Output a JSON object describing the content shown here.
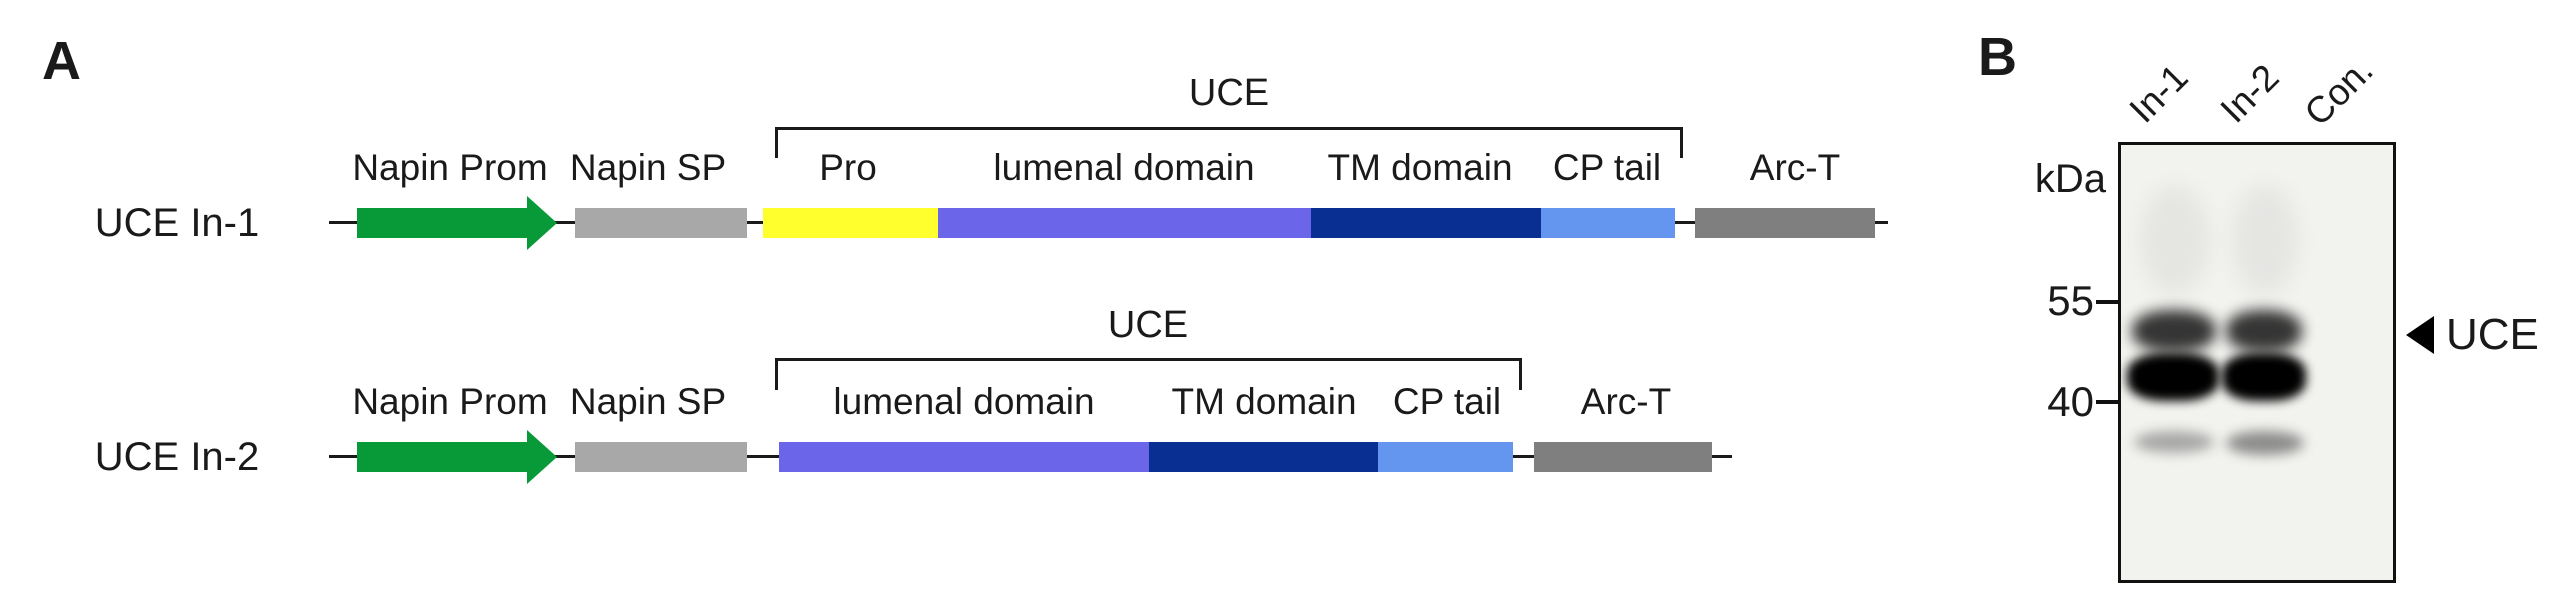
{
  "figure": {
    "panel_a": {
      "panel_label": "A",
      "constructs": [
        {
          "name": "UCE In-1",
          "bracket_label": "UCE",
          "segments": [
            {
              "label": "Napin Prom",
              "type": "promoter-arrow",
              "color": "#089a38"
            },
            {
              "label": "Napin SP",
              "type": "box",
              "color": "#a8a8a8"
            },
            {
              "label": "Pro",
              "type": "box",
              "color": "#ffff2e"
            },
            {
              "label": "lumenal domain",
              "type": "box",
              "color": "#6b65ea"
            },
            {
              "label": "TM domain",
              "type": "box",
              "color": "#0a2f93"
            },
            {
              "label": "CP tail",
              "type": "box",
              "color": "#6496f0"
            },
            {
              "label": "Arc-T",
              "type": "box",
              "color": "#7f7f7f"
            }
          ]
        },
        {
          "name": "UCE In-2",
          "bracket_label": "UCE",
          "segments": [
            {
              "label": "Napin Prom",
              "type": "promoter-arrow",
              "color": "#089a38"
            },
            {
              "label": "Napin SP",
              "type": "box",
              "color": "#a8a8a8"
            },
            {
              "label": "lumenal domain",
              "type": "box",
              "color": "#6b65ea"
            },
            {
              "label": "TM domain",
              "type": "box",
              "color": "#0a2f93"
            },
            {
              "label": "CP tail",
              "type": "box",
              "color": "#6496f0"
            },
            {
              "label": "Arc-T",
              "type": "box",
              "color": "#7f7f7f"
            }
          ]
        }
      ]
    },
    "panel_b": {
      "panel_label": "B",
      "units_label": "kDa",
      "lane_labels": [
        "In-1",
        "In-2",
        "Con."
      ],
      "mw_markers": [
        "55",
        "40"
      ],
      "band_annotation": "UCE",
      "blot_background": "#f2f2ef"
    }
  }
}
